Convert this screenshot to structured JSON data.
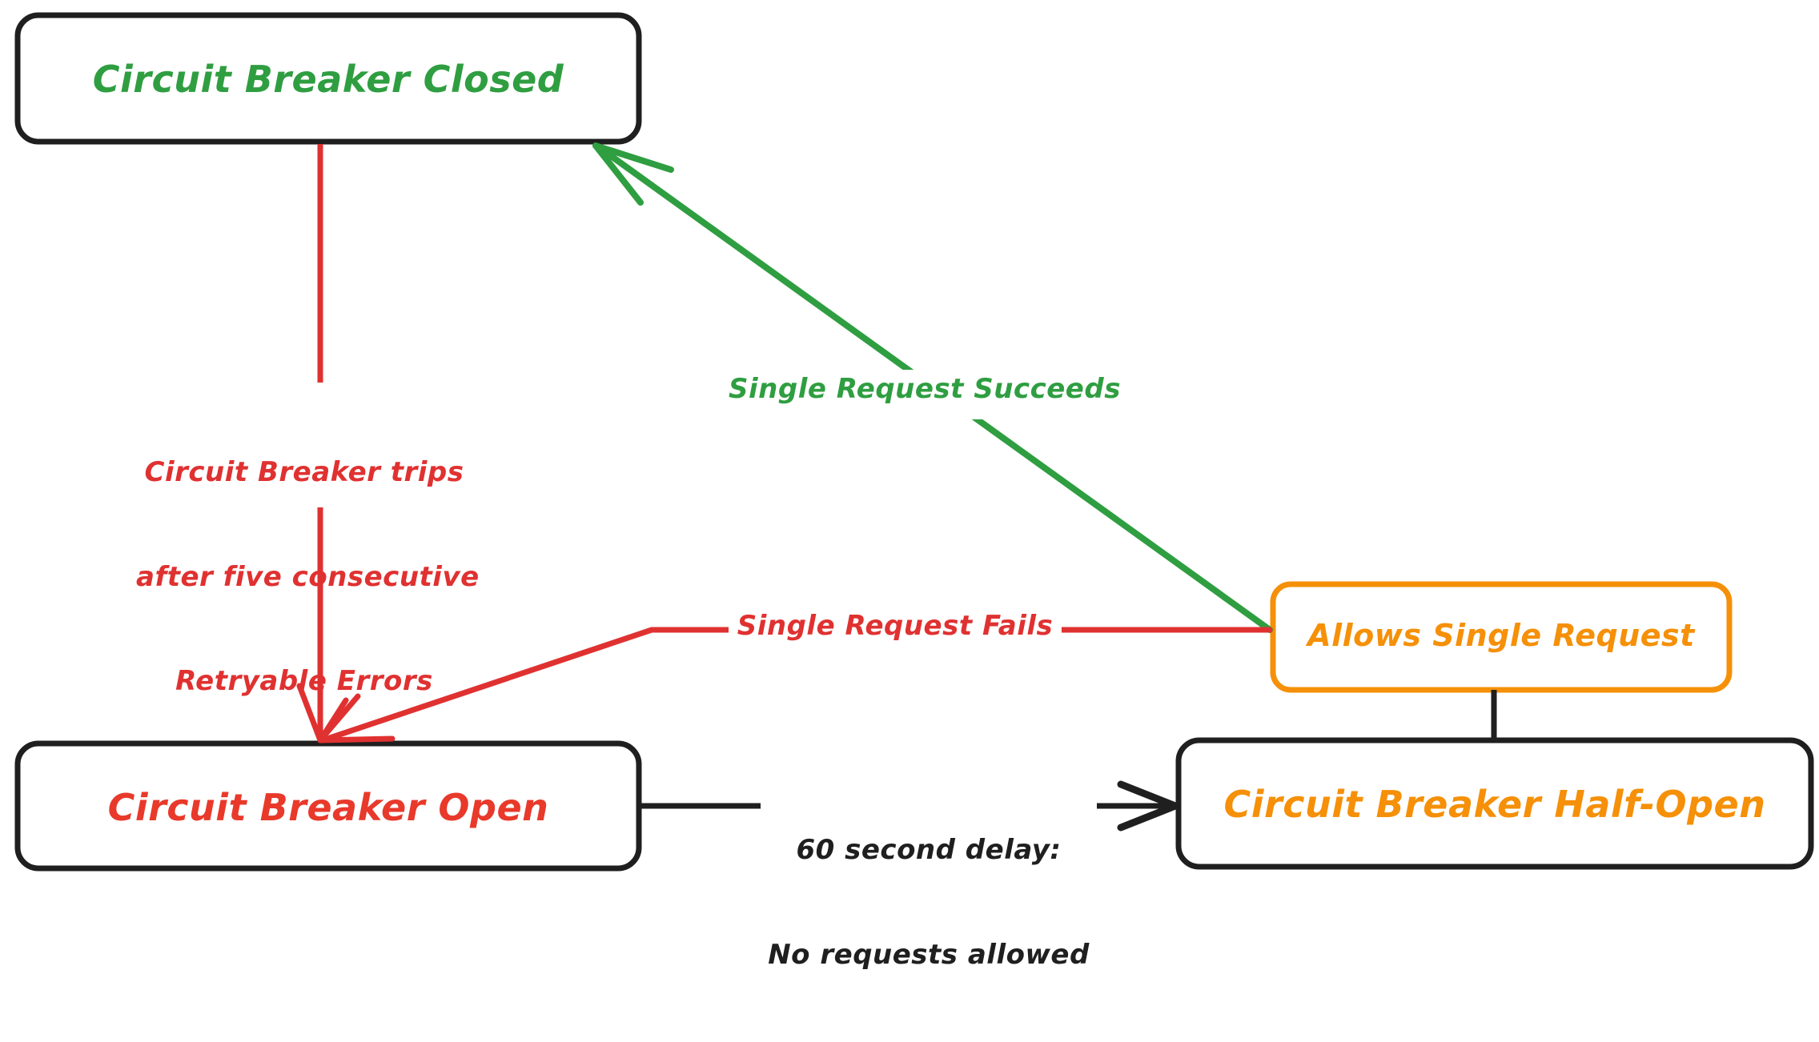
{
  "diagram": {
    "type": "state-diagram",
    "title": "Circuit Breaker State Machine",
    "background": "#ffffff",
    "colors": {
      "green": "#2f9e41",
      "red": "#e03131",
      "orange": "#f59008",
      "black": "#1f1f1f",
      "white": "#ffffff"
    }
  },
  "nodes": [
    {
      "id": "closed",
      "label": "Circuit Breaker Closed",
      "text_color": "#2f9e41",
      "border_color": "#1f1f1f"
    },
    {
      "id": "open",
      "label": "Circuit Breaker Open",
      "text_color": "#e8392b",
      "border_color": "#1f1f1f"
    },
    {
      "id": "allows",
      "label": "Allows Single Request",
      "text_color": "#f59008",
      "border_color": "#f59008"
    },
    {
      "id": "half_open",
      "label": "Circuit Breaker Half-Open",
      "text_color": "#f59008",
      "border_color": "#1f1f1f"
    }
  ],
  "edges": [
    {
      "id": "closed-to-open",
      "from": "closed",
      "to": "open",
      "color": "#e03131",
      "label_lines": [
        "Circuit Breaker trips",
        "after five consecutive",
        "Retryable Errors"
      ],
      "label_text": "Circuit Breaker trips after five consecutive Retryable Errors"
    },
    {
      "id": "allows-to-closed",
      "from": "allows",
      "to": "closed",
      "color": "#2f9e41",
      "label_lines": [
        "Single Request Succeeds"
      ],
      "label_text": "Single Request Succeeds"
    },
    {
      "id": "allows-to-open",
      "from": "allows",
      "to": "open",
      "color": "#e03131",
      "label_lines": [
        "Single Request Fails"
      ],
      "label_text": "Single Request Fails"
    },
    {
      "id": "open-to-halfopen",
      "from": "open",
      "to": "half_open",
      "color": "#1f1f1f",
      "label_lines": [
        "60 second delay:",
        "No requests allowed"
      ],
      "label_text": "60 second delay: No requests allowed"
    },
    {
      "id": "halfopen-to-allows",
      "from": "half_open",
      "to": "allows",
      "color": "#1f1f1f",
      "label_lines": [],
      "label_text": ""
    }
  ]
}
